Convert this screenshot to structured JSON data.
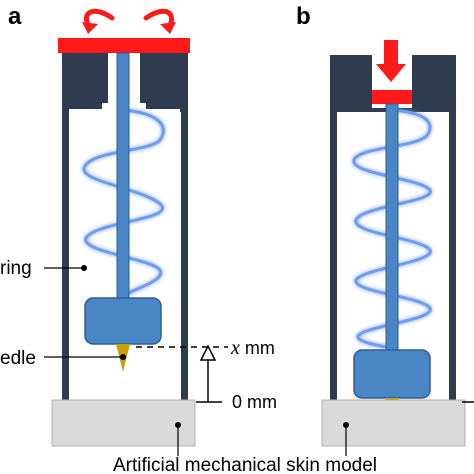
{
  "panels": {
    "a": {
      "letter": "a"
    },
    "b": {
      "letter": "b"
    }
  },
  "labels": {
    "spring": "ring",
    "needle": "edle",
    "x_var": "x",
    "x_unit": " mm",
    "zero": "0 mm",
    "skin_model": "Artificial mechanical skin model"
  },
  "colors": {
    "housing": "#2f3b4f",
    "red_cap": "#ff1a1a",
    "rod": "#4a86c5",
    "rod_stroke": "#2e5e94",
    "weight": "#4a86c5",
    "needle_tip": "#c8a000",
    "spring_glow": "#8fb3ff",
    "skin": "#d9d9d9"
  },
  "icons": {
    "rotation": "rotate-arrows-icon",
    "push": "down-arrow-icon"
  }
}
